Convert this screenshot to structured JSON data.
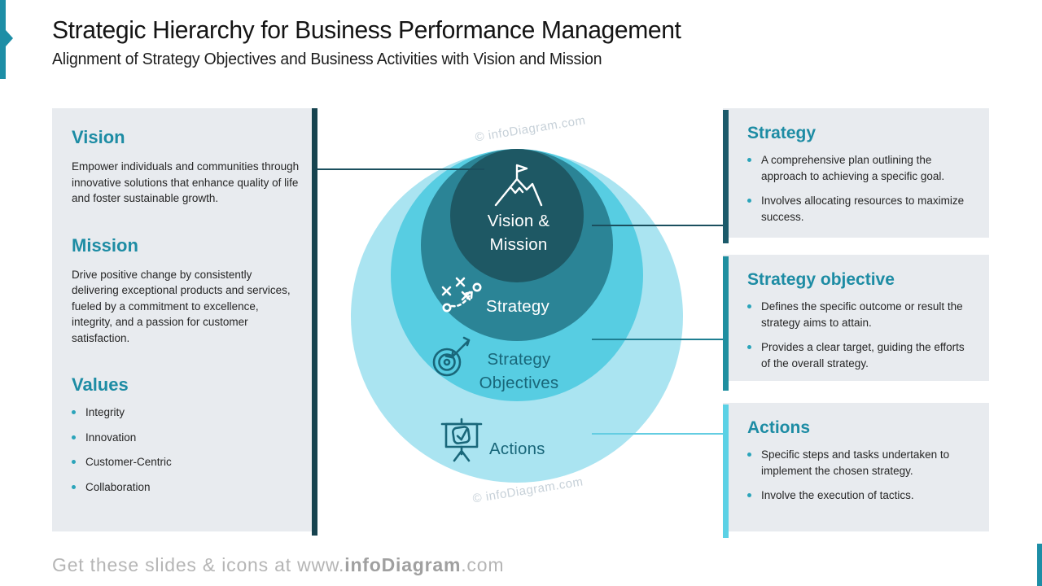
{
  "slide": {
    "title": "Strategic Hierarchy for Business Performance Management",
    "subtitle": "Alignment of Strategy Objectives and Business Activities with Vision and Mission",
    "watermark": "© infoDiagram.com",
    "footer": {
      "prefix": "Get these slides & icons at www.",
      "brand": "infoDiagram",
      "suffix": ".com"
    }
  },
  "left_panel": {
    "sections": [
      {
        "heading": "Vision",
        "body": "Empower individuals and communities through innovative solutions that enhance quality of life and foster sustainable growth."
      },
      {
        "heading": "Mission",
        "body": "Drive positive change by consistently delivering exceptional products and services, fueled by a commitment to excellence, integrity, and a passion for customer satisfaction."
      },
      {
        "heading": "Values",
        "bullets": [
          "Integrity",
          "Innovation",
          "Customer-Centric",
          "Collaboration"
        ]
      }
    ]
  },
  "diagram": {
    "levels": [
      {
        "label": "Vision & Mission",
        "icon": "mountain-flag-icon",
        "color": "#1e5864"
      },
      {
        "label": "Strategy",
        "icon": "strategy-plan-icon",
        "color": "#2b8496"
      },
      {
        "label": "Strategy Objectives",
        "icon": "target-arrow-icon",
        "color": "#57cde2"
      },
      {
        "label": "Actions",
        "icon": "presentation-board-icon",
        "color": "#aae4f1"
      }
    ]
  },
  "right_panels": [
    {
      "heading": "Strategy",
      "accent_color": "#1b5a6a",
      "bullets": [
        "A comprehensive plan outlining the approach to achieving a specific goal.",
        "Involves allocating resources to maximize success."
      ]
    },
    {
      "heading": "Strategy objective",
      "accent_color": "#1f8fa0",
      "bullets": [
        "Defines the specific outcome or result the strategy aims to attain.",
        "Provides a clear target, guiding the efforts of the overall strategy."
      ]
    },
    {
      "heading": "Actions",
      "accent_color": "#5bd1e5",
      "bullets": [
        "Specific steps and tasks undertaken to implement the chosen strategy.",
        "Involve the execution of tactics."
      ]
    }
  ],
  "colors": {
    "accent_teal": "#1d8ea6",
    "heading_teal": "#1d8ca4",
    "panel_bg": "#e8ebef",
    "connector_dark": "#1b4f5e",
    "connector_teal": "#1f7f92",
    "connector_cyan": "#64cde2"
  }
}
